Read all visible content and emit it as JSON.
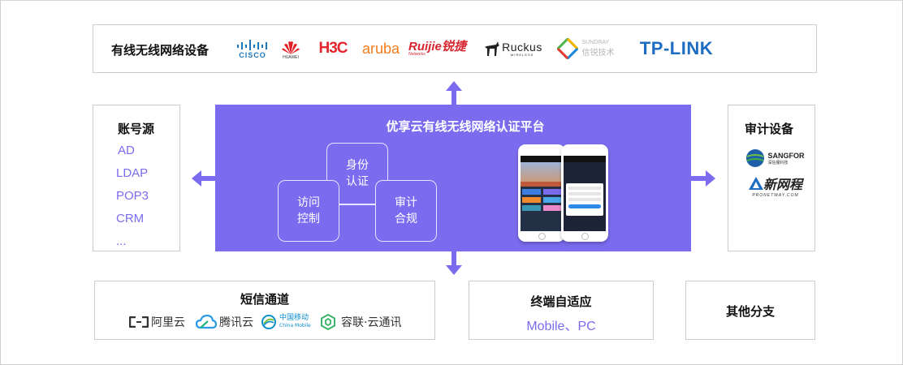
{
  "vendors": {
    "title": "有线无线网络设备",
    "logos": [
      {
        "name": "Cisco",
        "text": "CISCO",
        "color": "#1b76bc"
      },
      {
        "name": "Huawei",
        "text": "HUAWEI",
        "color": "#e01f26"
      },
      {
        "name": "H3C",
        "text": "H3C",
        "color": "#e3262e"
      },
      {
        "name": "Aruba",
        "text": "aruba",
        "color": "#f47d20"
      },
      {
        "name": "Ruijie",
        "text": "Ruijie锐捷",
        "sub": "Networks",
        "color": "#d8262f"
      },
      {
        "name": "Ruckus",
        "text": "Ruckus",
        "sub": "WIRELESS",
        "color": "#222222"
      },
      {
        "name": "Sundray",
        "text": "SUNDRAY",
        "sub": "信锐技术",
        "color": "#b5b5b5"
      },
      {
        "name": "TP-Link",
        "text": "TP-LINK",
        "color": "#1e6dc2"
      }
    ]
  },
  "platform": {
    "title": "优享云有线无线网络认证平台",
    "blocks": [
      {
        "line1": "身份",
        "line2": "认证"
      },
      {
        "line1": "访问",
        "line2": "控制"
      },
      {
        "line1": "审计",
        "line2": "合规"
      }
    ],
    "accent_color": "#7b6bef"
  },
  "accounts": {
    "title": "账号源",
    "items": [
      "AD",
      "LDAP",
      "POP3",
      "CRM",
      "..."
    ]
  },
  "audit": {
    "title": "审计设备",
    "logos": [
      {
        "name": "Sangfor",
        "text": "SANGFOR",
        "sub": "深信服科技"
      },
      {
        "name": "Pronetway",
        "text": "新网程",
        "sub": "PRONETWAY.COM"
      }
    ]
  },
  "sms": {
    "title": "短信通道",
    "providers": [
      {
        "name": "阿里云",
        "icon": "aliyun-icon"
      },
      {
        "name": "腾讯云",
        "icon": "tencent-cloud-icon"
      },
      {
        "name": "中国移动",
        "sub": "China Mobile",
        "icon": "china-mobile-icon"
      },
      {
        "name": "容联·云通讯",
        "icon": "ronglian-icon"
      }
    ]
  },
  "terminal": {
    "title": "终端自适应",
    "subtitle": "Mobile、PC"
  },
  "others": {
    "title": "其他分支"
  }
}
